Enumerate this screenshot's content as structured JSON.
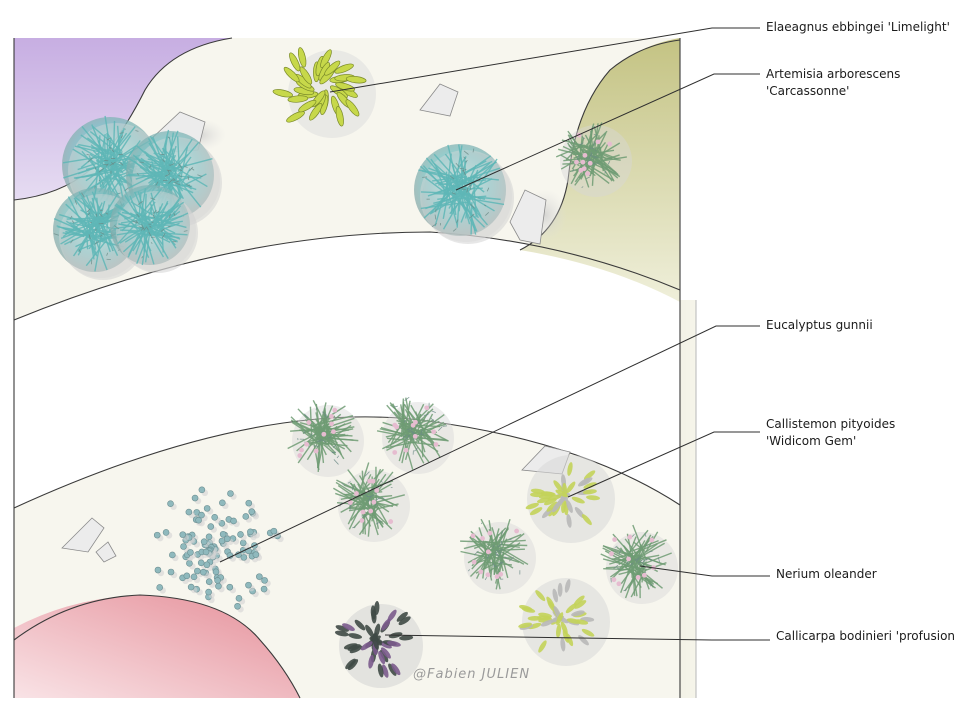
{
  "labels": {
    "elaeagnus": "Elaeagnus ebbingei 'Limelight'",
    "artemisia_line1": "Artemisia arborescens",
    "artemisia_line2": "'Carcassonne'",
    "eucalyptus": "Eucalyptus gunnii",
    "callistemon_line1": "Callistemon pityoides",
    "callistemon_line2": "'Widicom Gem'",
    "nerium": "Nerium oleander",
    "callicarpa": "Callicarpa bodinieri 'profusion'"
  },
  "signature": "@Fabien  JULIEN",
  "colors": {
    "lavender_bed": "#c9b3e3",
    "olive_bed": "#c9c98d",
    "rose_bed": "#e9a3aa",
    "artemisia": "#7fc8c8",
    "elaeagnus": "#c7d84a",
    "callistemon": "#6f9c74",
    "callistemon_flower": "#e6bcd0",
    "eucalyptus": "#8fb9bd",
    "nerium": "#c3d35a",
    "callicarpa": "#3f4a46"
  }
}
